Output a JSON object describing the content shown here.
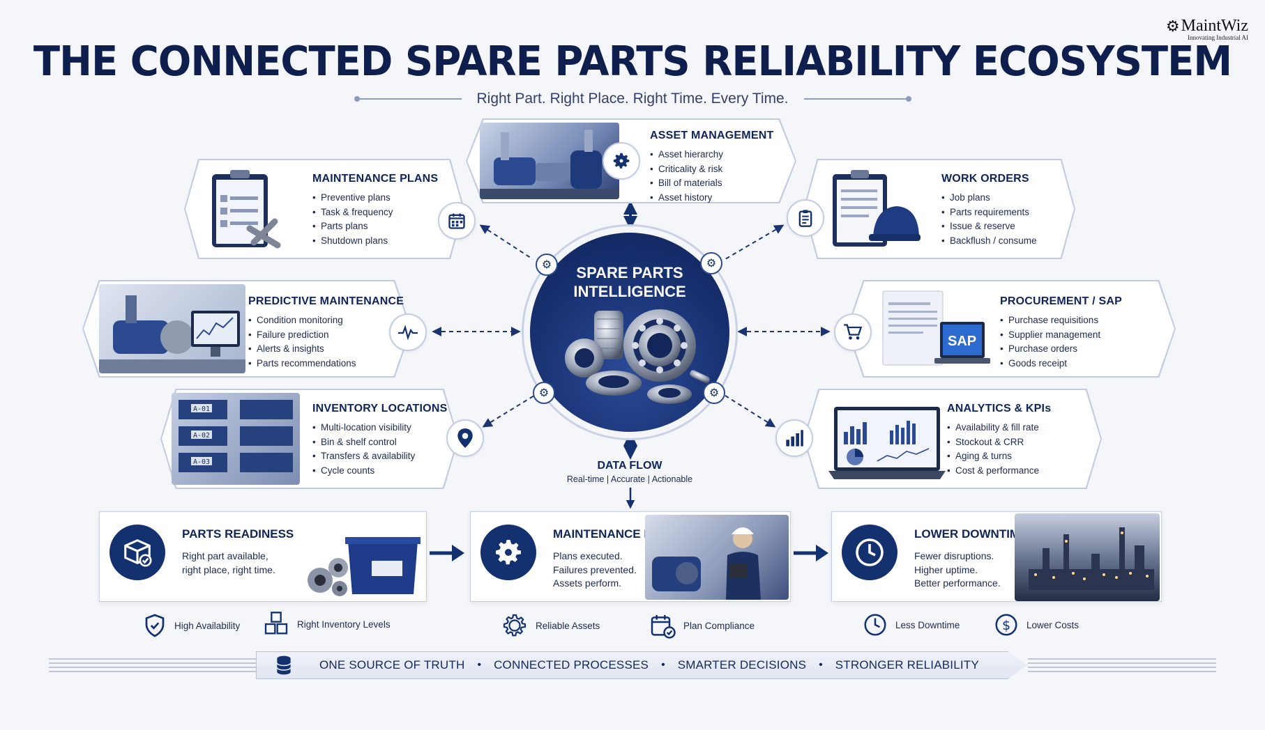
{
  "brand": {
    "name": "MaintWiz",
    "tagline": "Innovating Industrial AI"
  },
  "title": "THE CONNECTED SPARE PARTS RELIABILITY ECOSYSTEM",
  "subtitle": "Right Part. Right Place. Right Time. Every Time.",
  "center": {
    "line1": "SPARE PARTS",
    "line2": "INTELLIGENCE"
  },
  "modules": {
    "asset_management": {
      "title": "ASSET MANAGEMENT",
      "items": [
        "Asset hierarchy",
        "Criticality & risk",
        "Bill of materials",
        "Asset history"
      ],
      "icon": "gear-icon"
    },
    "maintenance_plans": {
      "title": "MAINTENANCE PLANS",
      "items": [
        "Preventive plans",
        "Task & frequency",
        "Parts plans",
        "Shutdown plans"
      ],
      "icon": "calendar-icon"
    },
    "work_orders": {
      "title": "WORK ORDERS",
      "items": [
        "Job plans",
        "Parts requirements",
        "Issue & reserve",
        "Backflush / consume"
      ],
      "icon": "clipboard-icon"
    },
    "predictive_maintenance": {
      "title": "PREDICTIVE MAINTENANCE",
      "items": [
        "Condition monitoring",
        "Failure prediction",
        "Alerts & insights",
        "Parts recommendations"
      ],
      "icon": "pulse-icon"
    },
    "procurement": {
      "title": "PROCUREMENT / SAP",
      "items": [
        "Purchase requisitions",
        "Supplier management",
        "Purchase orders",
        "Goods receipt"
      ],
      "icon": "cart-icon",
      "screen_logo": "SAP"
    },
    "inventory_locations": {
      "title": "INVENTORY LOCATIONS",
      "items": [
        "Multi-location visibility",
        "Bin & shelf control",
        "Transfers & availability",
        "Cycle counts"
      ],
      "icon": "location-pin-icon",
      "bin_labels": [
        "A-01",
        "A-02",
        "A-03"
      ]
    },
    "analytics": {
      "title": "ANALYTICS & KPIs",
      "items": [
        "Availability & fill rate",
        "Stockout & CRR",
        "Aging & turns",
        "Cost & performance"
      ],
      "icon": "bar-chart-icon"
    }
  },
  "data_flow": {
    "title": "DATA FLOW",
    "sub": "Real-time  |  Accurate  |  Actionable"
  },
  "outcomes": [
    {
      "title": "PARTS READINESS",
      "lines": [
        "Right part available,",
        "right place, right time."
      ],
      "icon": "box-check-icon"
    },
    {
      "title": "MAINTENANCE RELIABILITY",
      "lines": [
        "Plans executed.",
        "Failures prevented.",
        "Assets perform."
      ],
      "icon": "gear-icon"
    },
    {
      "title": "LOWER DOWNTIME",
      "lines": [
        "Fewer disruptions.",
        "Higher uptime.",
        "Better performance."
      ],
      "icon": "clock-icon"
    }
  ],
  "benefits": [
    {
      "label": "High Availability",
      "icon": "shield-check-icon"
    },
    {
      "label": "Right Inventory Levels",
      "icon": "cubes-icon"
    },
    {
      "label": "Reliable Assets",
      "icon": "gear-icon"
    },
    {
      "label": "Plan Compliance",
      "icon": "calendar-check-icon"
    },
    {
      "label": "Less Downtime",
      "icon": "clock-icon"
    },
    {
      "label": "Lower Costs",
      "icon": "dollar-icon"
    }
  ],
  "banner": {
    "items": [
      "ONE SOURCE OF TRUTH",
      "CONNECTED PROCESSES",
      "SMARTER DECISIONS",
      "STRONGER RELIABILITY"
    ],
    "icon": "database-icon"
  },
  "colors": {
    "navy": "#13306f",
    "text": "#0f2558",
    "border": "#c5cee2",
    "bg": "#f4f6fa"
  }
}
